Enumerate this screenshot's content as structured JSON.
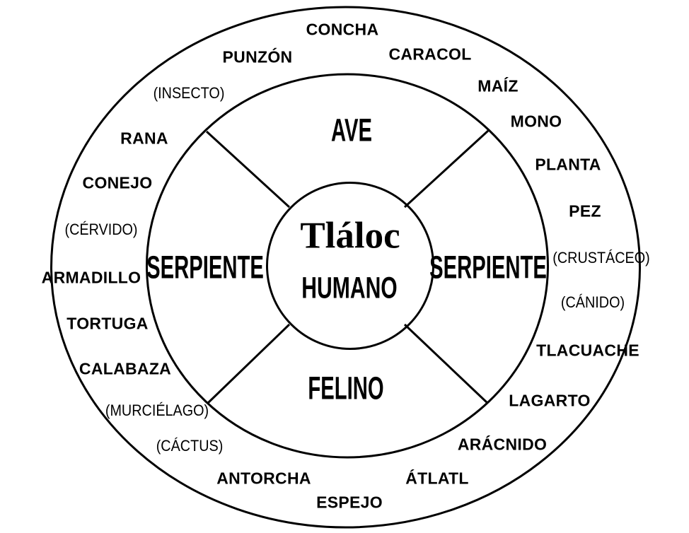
{
  "diagram": {
    "colors": {
      "ink": "#000000",
      "background": "#ffffff"
    },
    "center": {
      "deity": "Tláloc",
      "category": "HUMANO"
    },
    "quadrants": {
      "top": "AVE",
      "left": "SERPIENTE",
      "right": "SERPIENTE",
      "bottom": "FELINO"
    },
    "outer_ring": [
      {
        "text": "CONCHA"
      },
      {
        "text": "CARACOL"
      },
      {
        "text": "MAÍZ"
      },
      {
        "text": "MONO"
      },
      {
        "text": "PLANTA"
      },
      {
        "text": "PEZ"
      },
      {
        "text": "(CRUSTÁCEO)"
      },
      {
        "text": "(CÁNIDO)"
      },
      {
        "text": "TLACUACHE"
      },
      {
        "text": "LAGARTO"
      },
      {
        "text": "ARÁCNIDO"
      },
      {
        "text": "ÁTLATL"
      },
      {
        "text": "ESPEJO"
      },
      {
        "text": "ANTORCHA"
      },
      {
        "text": "(CÁCTUS)"
      },
      {
        "text": "(MURCIÉLAGO)"
      },
      {
        "text": "CALABAZA"
      },
      {
        "text": "TORTUGA"
      },
      {
        "text": "ARMADILLO"
      },
      {
        "text": "(CÉRVIDO)"
      },
      {
        "text": "CONEJO"
      },
      {
        "text": "RANA"
      },
      {
        "text": "(INSECTO)"
      },
      {
        "text": "PUNZÓN"
      }
    ]
  }
}
